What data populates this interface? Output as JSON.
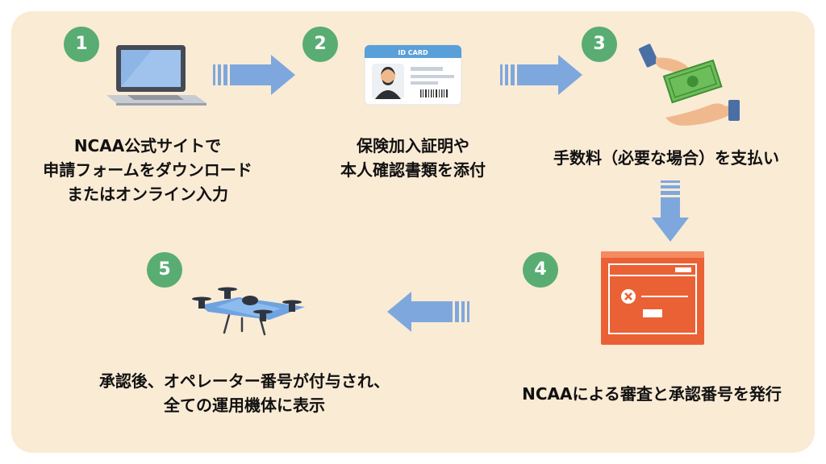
{
  "steps": [
    {
      "number": "1",
      "lines": [
        "NCAA公式サイトで",
        "申請フォームをダウンロード",
        "またはオンライン入力"
      ],
      "icon": "laptop-icon"
    },
    {
      "number": "2",
      "lines": [
        "保険加入証明や",
        "本人確認書類を添付"
      ],
      "icon": "id-card-icon",
      "card_text": "ID CARD"
    },
    {
      "number": "3",
      "lines": [
        "手数料（必要な場合）を支払い"
      ],
      "icon": "payment-hands-icon"
    },
    {
      "number": "4",
      "lines": [
        "NCAAによる審査と承認番号を発行"
      ],
      "icon": "review-window-icon"
    },
    {
      "number": "5",
      "lines": [
        "承認後、オペレーター番号が付与され、",
        "全ての運用機体に表示"
      ],
      "icon": "drone-icon"
    }
  ],
  "colors": {
    "background": "#faebd5",
    "badge": "#59ad72",
    "arrow": "#7ea8dd",
    "review_window": "#ea6135"
  }
}
